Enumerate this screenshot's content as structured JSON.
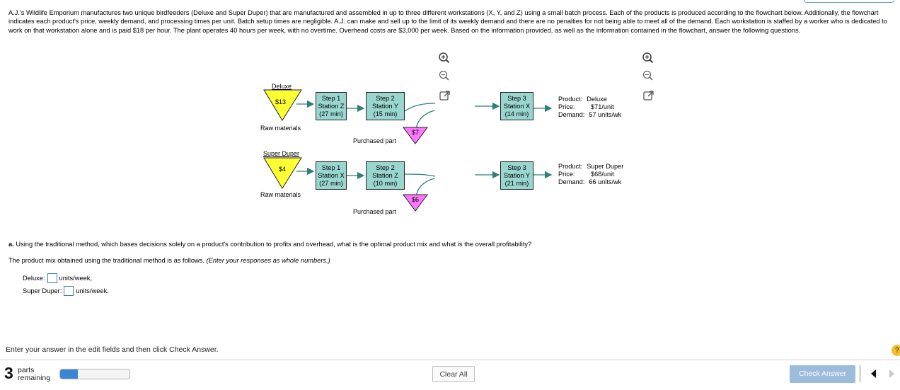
{
  "problem_text": "A.J.'s Wildlife Emporium manufactures two unique birdfeeders (Deluxe and Super Duper) that are manufactured and assembled in up to three different workstations (X, Y, and Z) using a small batch process. Each of the products is produced according to the flowchart below. Additionally, the flowchart indicates each product's price, weekly demand, and processing times per unit. Batch setup times are negligible. A.J. can make and sell up to the limit of its weekly demand and there are no penalties for not being able to meet all of the demand. Each workstation is staffed by a worker who is dedicated to work on that workstation alone and is paid $18 per hour. The plant operates 40 hours per week, with no overtime. Overhead costs are $3,000 per week. Based on the information provided, as well as the information contained in the flowchart, answer the following questions.",
  "flowchart": {
    "deluxe": {
      "title": "Deluxe",
      "raw_cost": "$13",
      "raw_label": "Raw materials",
      "step1": {
        "line1": "Step 1",
        "line2": "Station Z",
        "line3": "(27 min)"
      },
      "step2": {
        "line1": "Step 2",
        "line2": "Station Y",
        "line3": "(15 min)"
      },
      "step3": {
        "line1": "Step 3",
        "line2": "Station X",
        "line3": "(14 min)"
      },
      "purchased_cost": "$7",
      "purchased_label": "Purchased part",
      "product_label": "Product:",
      "product_value": "Deluxe",
      "price_label": "Price:",
      "price_value": "$71/unit",
      "demand_label": "Demand:",
      "demand_value": "57 units/wk"
    },
    "superduper": {
      "title": "Super Duper",
      "raw_cost": "$4",
      "raw_label": "Raw materials",
      "step1": {
        "line1": "Step 1",
        "line2": "Station X",
        "line3": "(27 min)"
      },
      "step2": {
        "line1": "Step 2",
        "line2": "Station Z",
        "line3": "(10 min)"
      },
      "step3": {
        "line1": "Step 3",
        "line2": "Station Y",
        "line3": "(21 min)"
      },
      "purchased_cost": "$6",
      "purchased_label": "Purchased part",
      "product_label": "Product:",
      "product_value": "Super Duper",
      "price_label": "Price:",
      "price_value": "$68/unit",
      "demand_label": "Demand:",
      "demand_value": "66 units/wk"
    }
  },
  "question": {
    "part_letter": "a.",
    "text": "Using the traditional method, which bases decisions solely on a product's contribution to profits and overhead, what is the optimal product mix and what is the overall profitability?"
  },
  "instruction": {
    "text": "The product mix obtained using the traditional method is as follows.",
    "hint": "(Enter your responses as whole numbers.)"
  },
  "answers": {
    "deluxe_label": "Deluxe:",
    "deluxe_value": "",
    "deluxe_unit": "units/week,",
    "superduper_label": "Super Duper:",
    "superduper_value": "",
    "superduper_unit": "units/week."
  },
  "footer": {
    "enter_text": "Enter your answer in the edit fields and then click Check Answer.",
    "parts_count": "3",
    "parts_line1": "parts",
    "parts_line2": "remaining",
    "progress_fraction": 0.25,
    "clear_label": "Clear All",
    "check_label": "Check Answer",
    "help_symbol": "?"
  },
  "icons": {
    "zoom_in": "zoom-in-icon",
    "zoom_out": "zoom-out-icon",
    "popout": "popout-icon",
    "prev": "previous-arrow-icon",
    "next": "next-arrow-icon"
  },
  "colors": {
    "station_fill": "#99d6cf",
    "raw_triangle": "#ffff33",
    "purchased_triangle": "#ff77ff",
    "accent_blue": "#3a86d4",
    "check_button": "#9cbcdc",
    "arrow_teal": "#2e7f7a"
  }
}
